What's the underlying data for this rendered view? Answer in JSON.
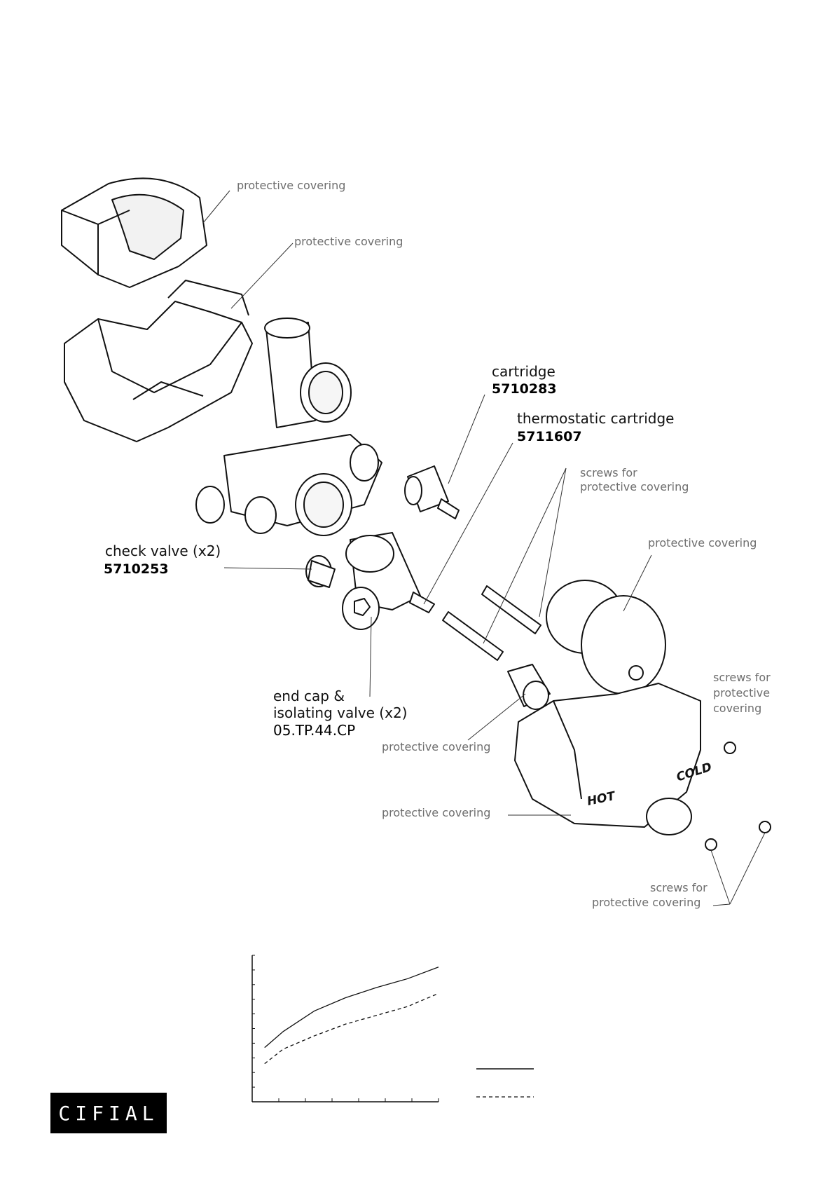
{
  "labels": {
    "protective_covering_1": "protective covering",
    "protective_covering_2": "protective covering",
    "cartridge_title": "cartridge",
    "cartridge_code": "5710283",
    "thermo_title": "thermostatic cartridge",
    "thermo_code": "5711607",
    "screws_1_line1": "screws for",
    "screws_1_line2": "protective covering",
    "protective_covering_3": "protective covering",
    "check_valve_title": "check valve (x2)",
    "check_valve_code": "5710253",
    "screws_2_line1": "screws for",
    "screws_2_line2": "protective",
    "screws_2_line3": "covering",
    "end_cap_line1": "end cap &",
    "end_cap_line2": "isolating valve (x2)",
    "end_cap_code": "05.TP.44.CP",
    "protective_covering_4": "protective covering",
    "protective_covering_5": "protective covering",
    "screws_3_line1": "screws for",
    "screws_3_line2": "protective covering"
  },
  "markings": {
    "hot": "HOT",
    "cold": "COLD"
  },
  "logo": "CIFIAL",
  "chart_data": {
    "type": "line",
    "title": "",
    "xlabel": "",
    "ylabel": "",
    "x_ticks": 7,
    "y_ticks": 10,
    "series": [
      {
        "style": "solid",
        "x": [
          0.4,
          1,
          2,
          3,
          4,
          5,
          6
        ],
        "y": [
          3.7,
          4.8,
          6.2,
          7.1,
          7.8,
          8.4,
          9.2
        ]
      },
      {
        "style": "dashed",
        "x": [
          0.4,
          1,
          2,
          3,
          4,
          5,
          6
        ],
        "y": [
          2.6,
          3.6,
          4.5,
          5.3,
          5.9,
          6.5,
          7.4
        ]
      }
    ],
    "xlim": [
      0,
      6
    ],
    "ylim": [
      0,
      10
    ]
  },
  "colors": {
    "line": "#111111",
    "label_grey": "#6e6e6e"
  }
}
